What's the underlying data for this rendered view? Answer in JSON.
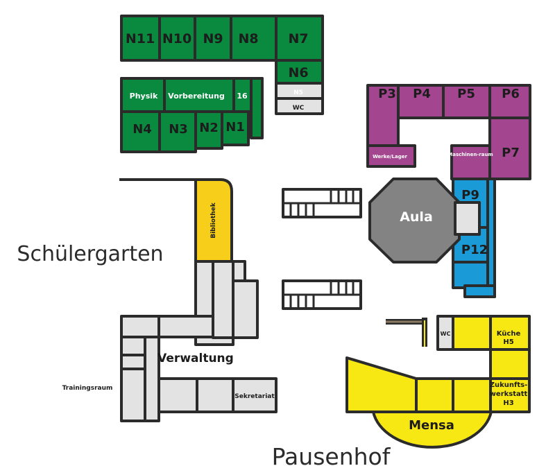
{
  "map": {
    "areas": {
      "schuelergarten": "Schülergarten",
      "pausenhof": "Pausenhof"
    },
    "rooms": {
      "n11": "N11",
      "n10": "N10",
      "n9": "N9",
      "n8": "N8",
      "n7": "N7",
      "n6": "N6",
      "n5": "N5",
      "wc_north": "WC",
      "physik": "Physik",
      "vorbereitung": "Vorbereitung",
      "r16": "16",
      "n4": "N4",
      "n3": "N3",
      "n2": "N2",
      "n1": "N1",
      "p3": "P3",
      "p4": "P4",
      "p5": "P5",
      "p6": "P6",
      "p7": "P7",
      "werke_lager": "Werke/Lager",
      "maschinenraum": "Maschinen-raum",
      "p9": "P9",
      "p12": "P12",
      "aula": "Aula",
      "bibliothek": "Bibliothek",
      "verwaltung": "Verwaltung",
      "trainingsraum": "Trainingsraum",
      "sekretariat": "Sekretariat",
      "wc_south": "WC",
      "kueche": "Küche",
      "h5": "H5",
      "zukunftswerkstatt_1": "Zukunfts-",
      "zukunftswerkstatt_2": "werkstatt",
      "h3": "H3",
      "mensa": "Mensa"
    },
    "colors": {
      "north_wing": "#0a8a3e",
      "p_wing": "#a4468f",
      "p_wing_lower": "#1a9ad6",
      "aula": "#838383",
      "library": "#f7cf1b",
      "mensa_wing": "#f7e813",
      "admin_wing": "#e3e3e3",
      "outline": "#2b2b2b"
    }
  }
}
